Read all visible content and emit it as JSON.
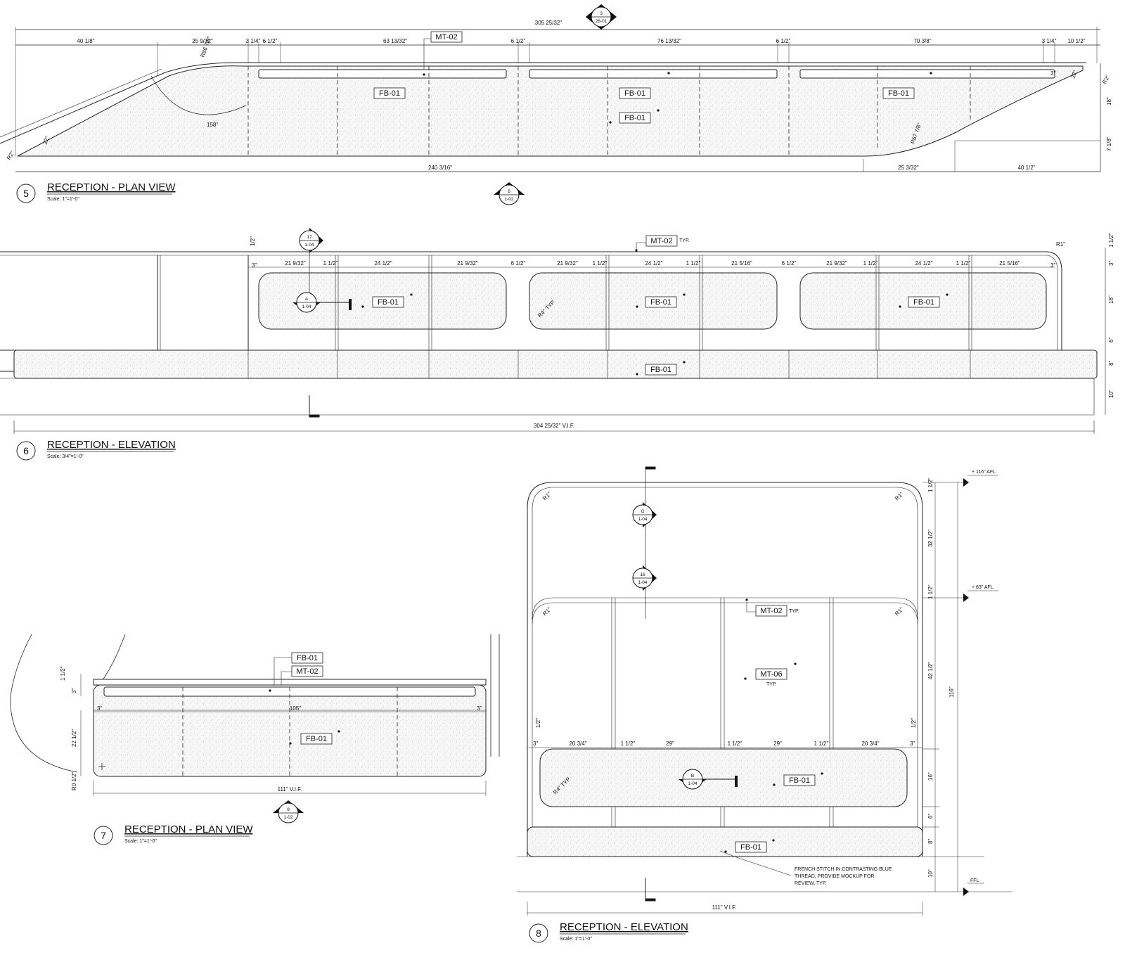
{
  "views": [
    {
      "id": "5",
      "title": "RECEPTION - PLAN VIEW",
      "scale": "Scale: 1\"=1'-0\""
    },
    {
      "id": "6",
      "title": "RECEPTION - ELEVATION",
      "scale": "Scale: 3/4\"=1'-0\""
    },
    {
      "id": "7",
      "title": "RECEPTION - PLAN VIEW",
      "scale": "Scale: 1\"=1'-0\""
    },
    {
      "id": "8",
      "title": "RECEPTION - ELEVATION",
      "scale": "Scale: 1\"=1'-0\""
    }
  ],
  "section_refs": [
    {
      "top": "3",
      "bottom": "28-01"
    },
    {
      "top": "6",
      "bottom": "1-02"
    },
    {
      "top": "17",
      "bottom": "1-04"
    },
    {
      "top": "A",
      "bottom": "1-04"
    },
    {
      "top": "8",
      "bottom": "1-02"
    },
    {
      "top": "G",
      "bottom": "1-04"
    },
    {
      "top": "16",
      "bottom": "1-04"
    },
    {
      "top": "B",
      "bottom": "1-04"
    }
  ],
  "materials": {
    "fb": "FB-01",
    "mt02": "MT-02",
    "mt06": "MT-06",
    "typ": "TYP.",
    "typ_lower": "TYP"
  },
  "view5_dims": {
    "overall": "305 25/32\"",
    "seg": [
      "40 1/8\"",
      "25 9/32\"",
      "3 1/4\"",
      "6 1/2\"",
      "63 13/32\"",
      "6 1/2\"",
      "76 13/32\"",
      "6 1/2\"",
      "70 3/8\"",
      "3 1/4\"",
      "10 1/2\""
    ],
    "bottom": "240 3/16\"",
    "bottom_r1": "25 3/32\"",
    "bottom_r2": "40 1/2\"",
    "r2": "R2\"",
    "r86": "R86 7/8\"",
    "r67": "R67 7/8\"",
    "a158": "158°",
    "a22": "22°",
    "right_v1": "18\"",
    "right_v2": "7 1/8\"",
    "three": "3\""
  },
  "view6_dims": {
    "overall": "304 25/32\" V.I.F.",
    "seg": [
      "3\"",
      "21 9/32\"",
      "1 1/2\"",
      "24 1/2\"",
      "21 9/32\"",
      "6 1/2\"",
      "21 9/32\"",
      "1 1/2\"",
      "24 1/2\"",
      "1 1/2\"",
      "21 5/16\"",
      "6 1/2\"",
      "21 9/32\"",
      "1 1/2\"",
      "24 1/2\"",
      "1 1/2\"",
      "21 5/16\"",
      "3\""
    ],
    "half": "1/2\"",
    "r1": "R1\"",
    "r4": "R4\" TYP",
    "right": [
      "1 1/2\"",
      "3\"",
      "16\"",
      "6\"",
      "8\"",
      "10\""
    ]
  },
  "view7_dims": {
    "inner": "105\"",
    "three": "3\"",
    "overall": "111\" V.I.F.",
    "depth": "22 1/2\"",
    "top1": "1 1/2\"",
    "top2": "3\"",
    "r": "R0 1/2\""
  },
  "view8_dims": {
    "overall": "111\" V.I.F.",
    "height": "116\"",
    "seg": [
      "3\"",
      "20 3/4\"",
      "1 1/2\"",
      "29\"",
      "1 1/2\"",
      "29\"",
      "1 1/2\"",
      "20 3/4\"",
      "3\""
    ],
    "right": [
      "1 1/2\"",
      "32 1/2\"",
      "1 1/2\"",
      "42 1/2\"",
      "16\"",
      "6\"",
      "8\"",
      "10\""
    ],
    "r1": "R1\"",
    "r4": "R4\" TYP",
    "half": "1/2\"",
    "afl1": "+ 116\" AFL",
    "afl2": "+ 83\" AFL",
    "ffl": "FFL"
  },
  "note": [
    "FRENCH STITCH IN CONTRASTING BLUE",
    "THREAD, PROVIDE MOCKUP FOR",
    "REVIEW, TYP."
  ]
}
